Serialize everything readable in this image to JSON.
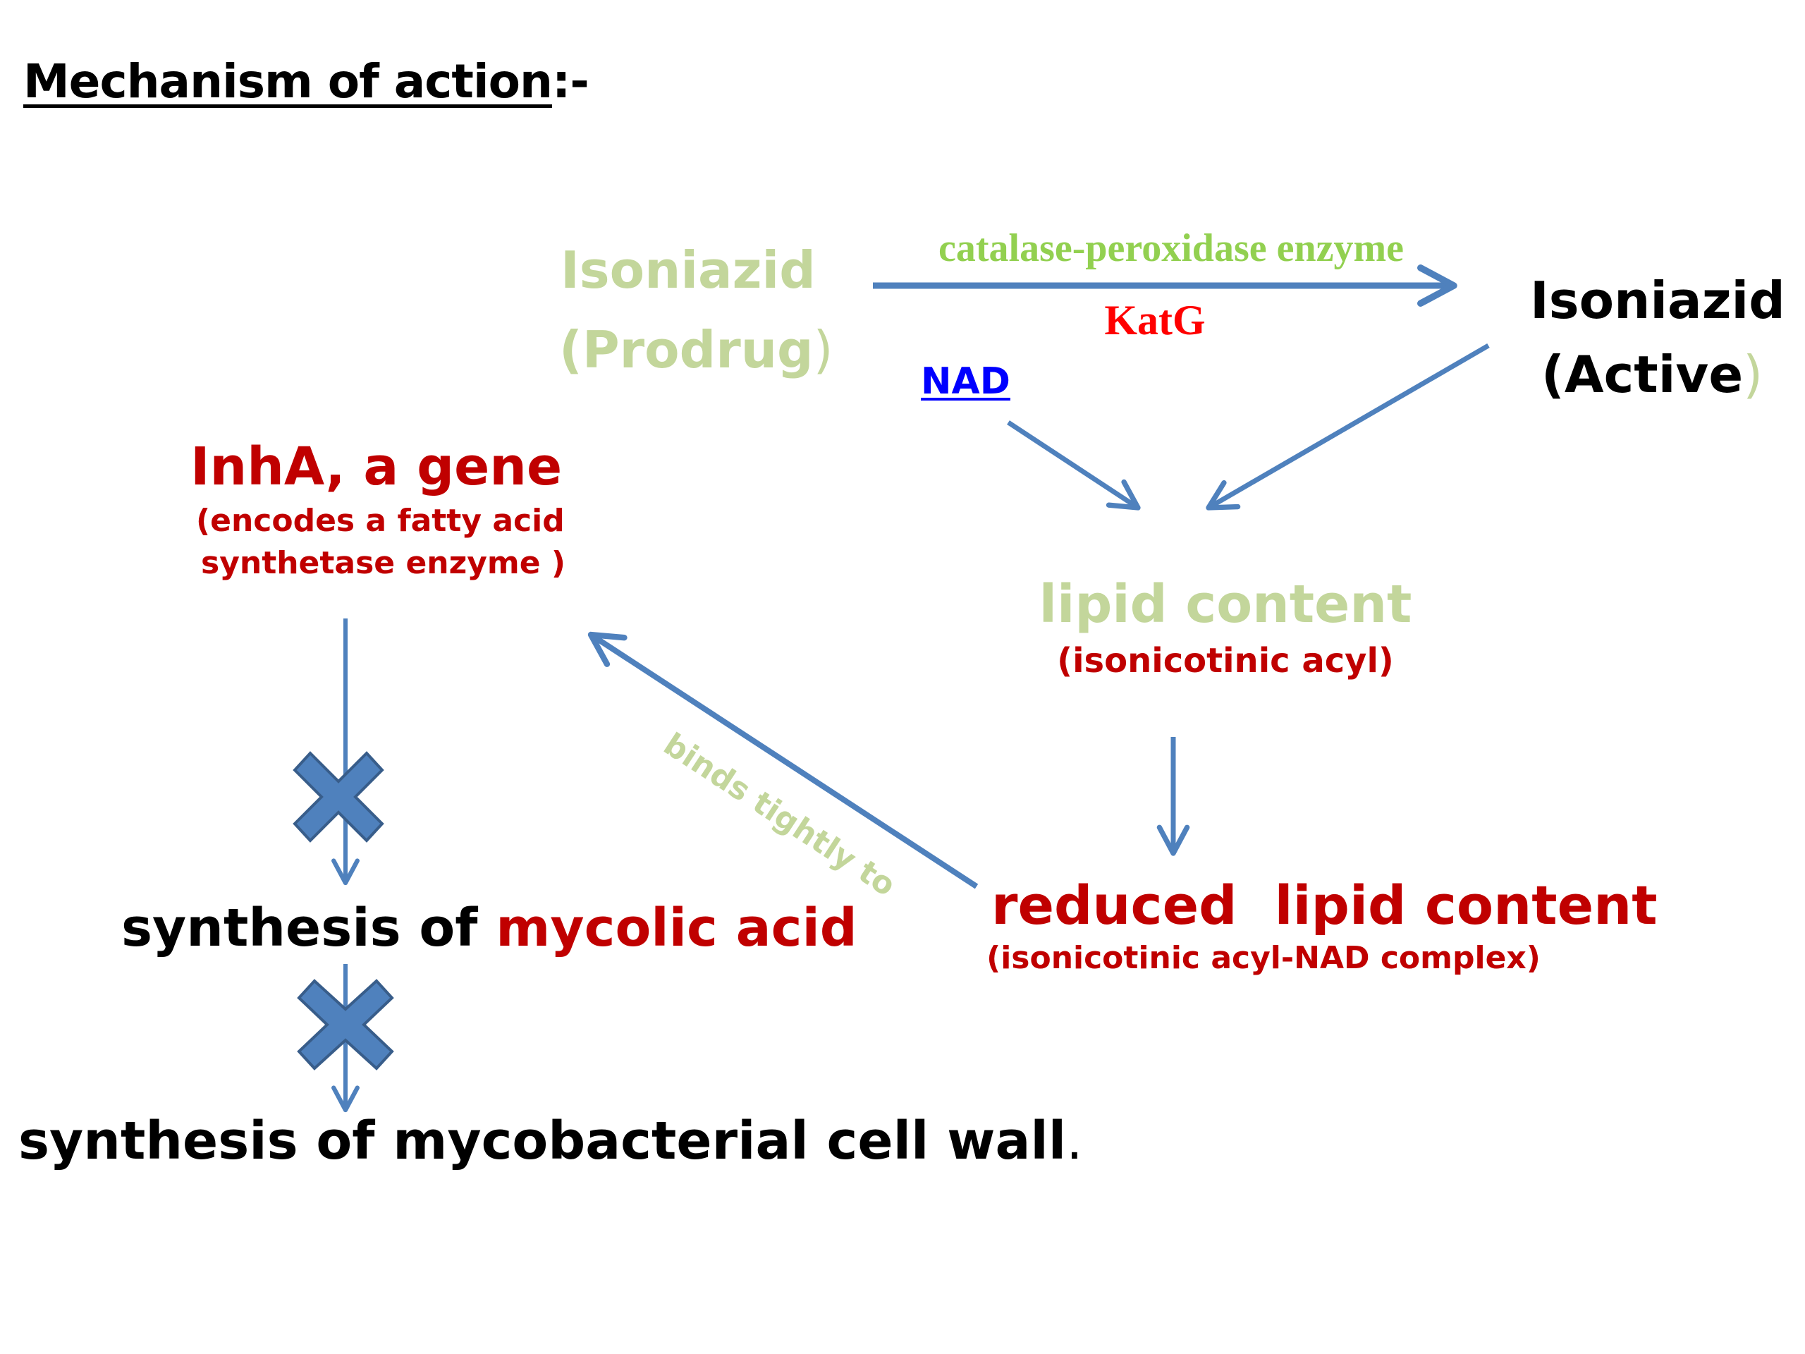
{
  "title": {
    "main": "Mechanism of action",
    "suffix": ":-"
  },
  "nodes": {
    "prodrug": {
      "line1": "Isoniazid",
      "line2_open": "(Prodrug",
      "line2_close": ")"
    },
    "active": {
      "line1": "Isoniazid",
      "line2_open": "(Active",
      "line2_close": ")"
    },
    "enzyme_label": "catalase-peroxidase enzyme",
    "katg_label": "KatG",
    "nad_label": "NAD",
    "lipid": {
      "title": "lipid content",
      "subtitle": "(isonicotinic acyl)"
    },
    "reduced_lipid": {
      "title": "reduced  lipid content",
      "subtitle": "(isonicotinic acyl-NAD complex)"
    },
    "inha": {
      "title": "InhA, a gene",
      "line1": "(encodes a fatty acid",
      "line2": "synthetase enzyme )"
    },
    "mycolic": {
      "prefix": "synthesis of ",
      "highlight": "mycolic acid"
    },
    "cell_wall": {
      "text": "synthesis of mycobacterial cell wall",
      "period": "."
    },
    "binds_label": "binds tightly to"
  },
  "colors": {
    "arrow": "#4f81bd",
    "cross_fill": "#4f81bd",
    "cross_stroke": "#385d8a",
    "prodrug_text": "#c3d69b",
    "enzyme_text": "#92d050",
    "katg_text": "#ff0000",
    "nad_text": "#0000ff",
    "emphasis_text": "#c00000"
  }
}
